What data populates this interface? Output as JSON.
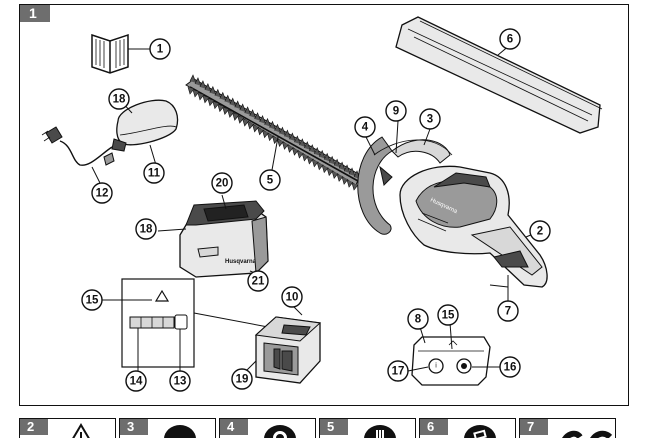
{
  "figure": {
    "number": "1",
    "callouts": [
      "1",
      "2",
      "3",
      "4",
      "5",
      "6",
      "7",
      "8",
      "9",
      "10",
      "11",
      "12",
      "13",
      "14",
      "15",
      "16",
      "17",
      "18",
      "19",
      "20",
      "21"
    ],
    "callout_18_b": "18",
    "callout_15_b": "15",
    "brand_text": "Husqvarna"
  },
  "strip": {
    "panels": [
      {
        "number": "2",
        "icon": "warning-triangle-icon"
      },
      {
        "number": "3",
        "icon": "black-circle-icon"
      },
      {
        "number": "4",
        "icon": "gear-circle-icon"
      },
      {
        "number": "5",
        "icon": "glove-circle-icon"
      },
      {
        "number": "6",
        "icon": "battery-circle-icon"
      },
      {
        "number": "7",
        "icon": "cord-icon"
      }
    ]
  }
}
